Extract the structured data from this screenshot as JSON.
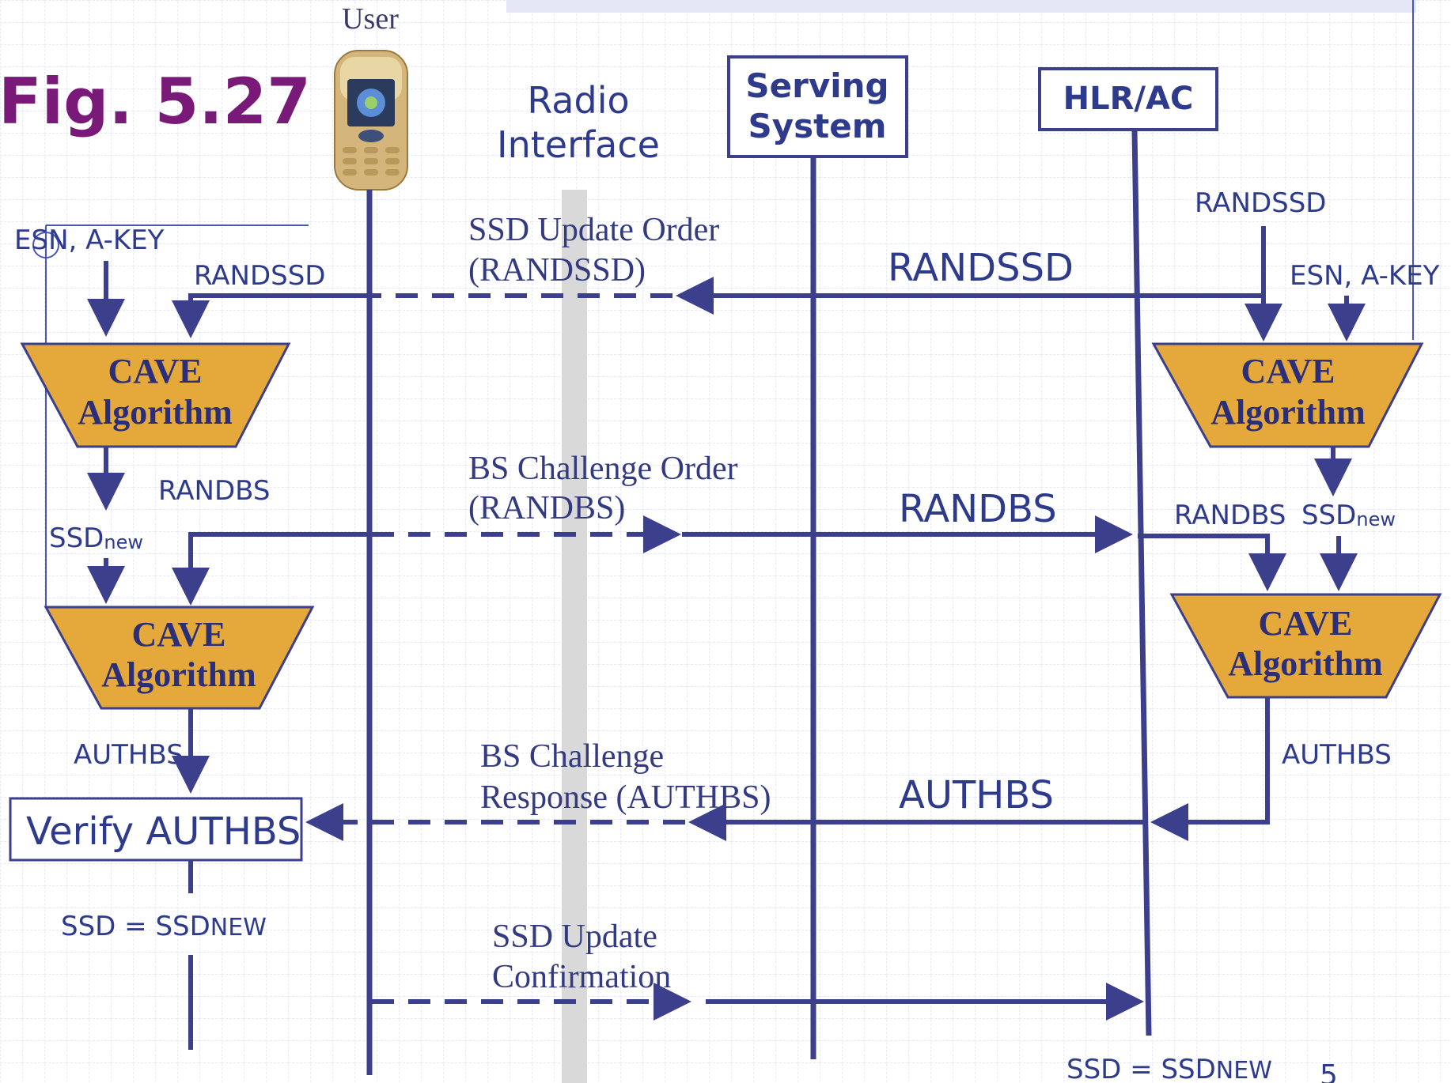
{
  "title": "Fig. 5.27",
  "slide_number": "5",
  "entities": {
    "user": "User",
    "radio_line1": "Radio",
    "radio_line2": "Interface",
    "serving_line1": "Serving",
    "serving_line2": "System",
    "hlr": "HLR/AC"
  },
  "cave_label": {
    "line1": "CAVE",
    "line2": "Algorithm"
  },
  "labels": {
    "left_esn_akey": "ESN, A-KEY",
    "left_randssd": "RANDSSD",
    "left_randbs": "RANDBS",
    "left_ssdnew_main": "SSD",
    "left_ssdnew_sub": "new",
    "left_authbs": "AUTHBS",
    "verify": "Verify AUTHBS",
    "left_ssd_eq": "SSD = SSD",
    "left_ssd_eq_sub": "NEW",
    "right_randssd_top": "RANDSSD",
    "right_esn_akey": "ESN, A-KEY",
    "right_randbs": "RANDBS",
    "right_ssdnew_main": "SSD",
    "right_ssdnew_sub": "new",
    "right_authbs": "AUTHBS",
    "bottom_ssd_eq": "SSD = SSD",
    "bottom_ssd_eq_sub": "NEW"
  },
  "messages": {
    "m1_line1": "SSD Update Order",
    "m1_line2": "(RANDSSD)",
    "m1_net": "RANDSSD",
    "m2_line1": "BS Challenge Order",
    "m2_line2": "(RANDBS)",
    "m2_net": "RANDBS",
    "m3_line1": "BS Challenge",
    "m3_line2": "Response (AUTHBS)",
    "m3_net": "AUTHBS",
    "m4_line1": "SSD Update",
    "m4_line2": "Confirmation"
  },
  "colors": {
    "line": "#3b3f8c",
    "title": "#7a1a78",
    "cave_fill": "#e4a93a",
    "grid": "#d7dcef",
    "radio_band": "#d9d9d9"
  }
}
